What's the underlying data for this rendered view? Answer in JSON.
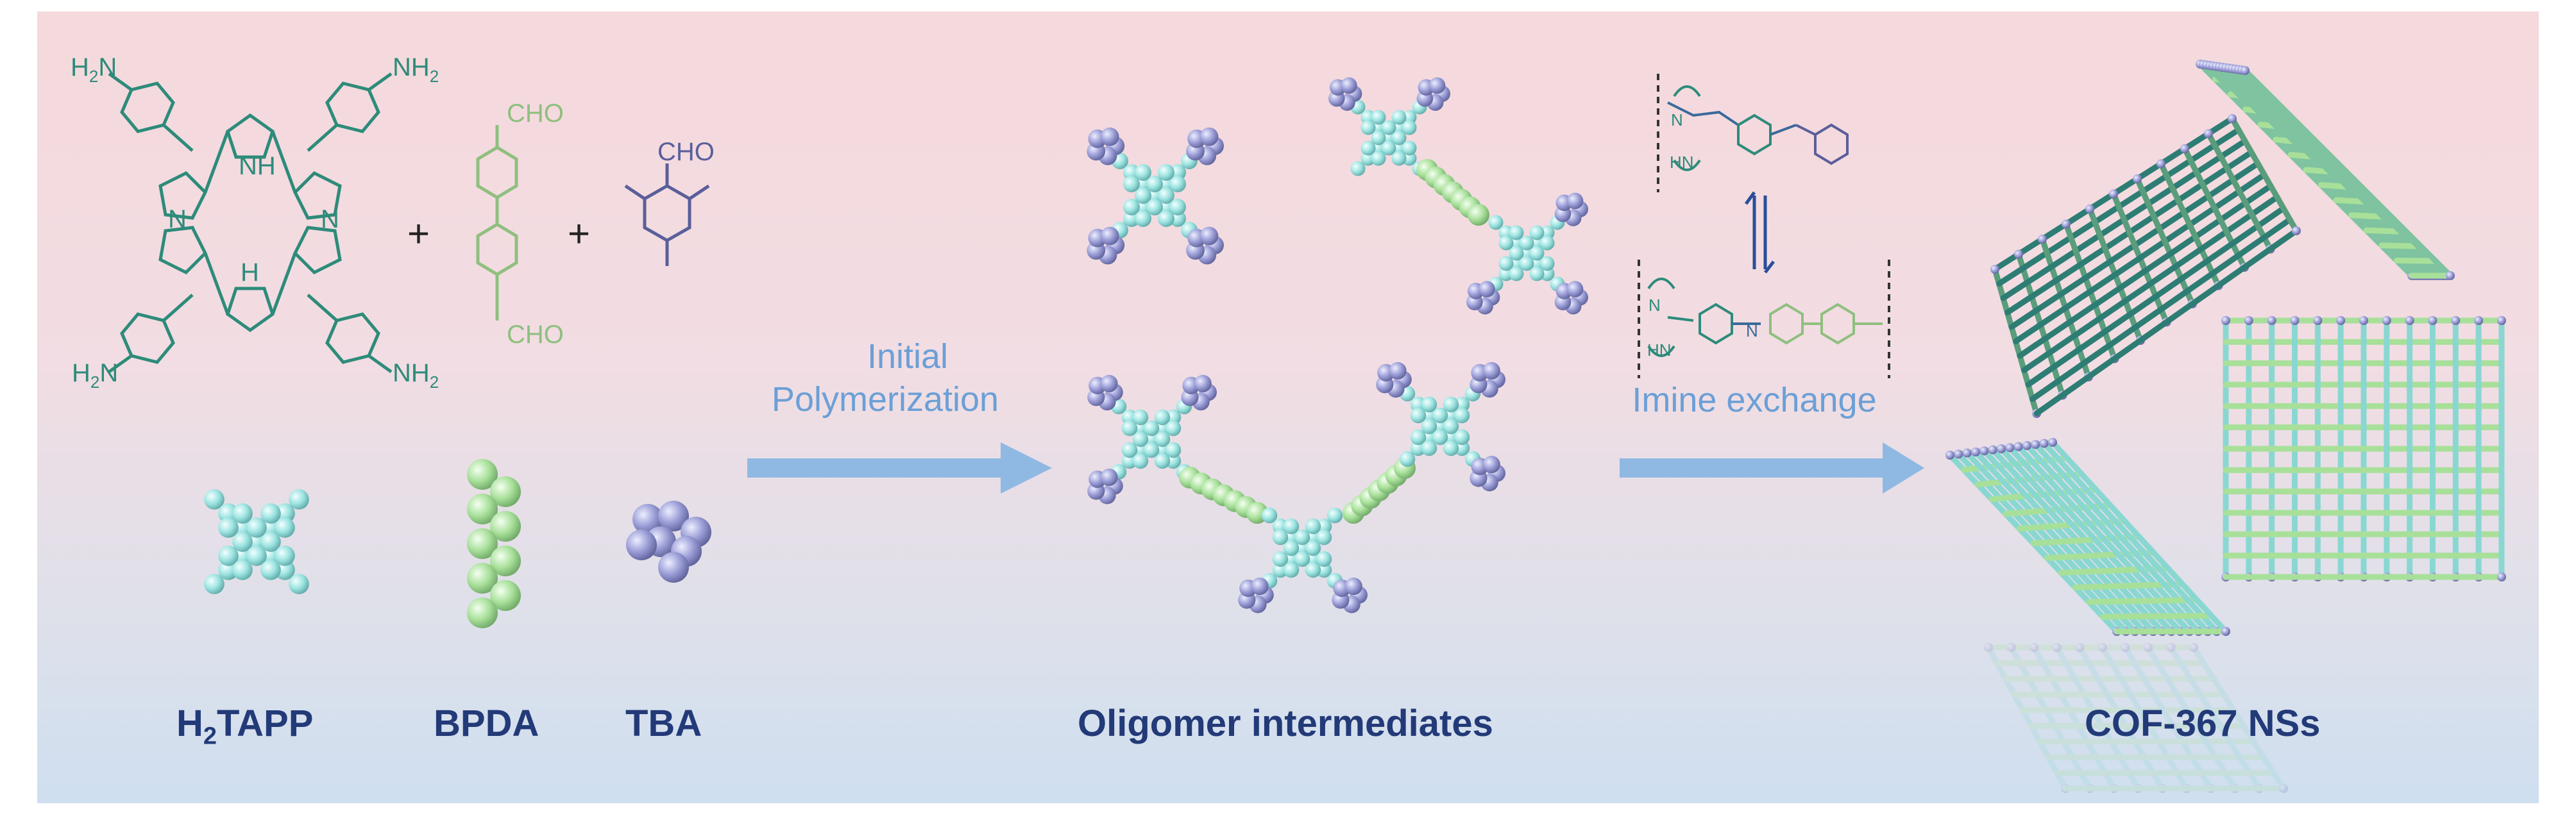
{
  "labels": {
    "monomer1": "TAPP",
    "monomer1_prefix": "H",
    "monomer1_sub": "2",
    "monomer2": "BPDA",
    "monomer3": "TBA",
    "intermediates": "Oligomer intermediates",
    "product": "COF-367 NSs"
  },
  "arrows": {
    "step1_line1": "Initial",
    "step1_line2": "Polymerization",
    "step2": "Imine exchange"
  },
  "chem_text": {
    "nh2": "NH",
    "nh2_sub": "2",
    "h2n": "H",
    "h2n_sub": "2",
    "h2n_tail": "N",
    "nh": "NH",
    "hn": "HN",
    "h": "H",
    "n": "N",
    "cho": "CHO",
    "plus": "+"
  },
  "colors": {
    "porphyrin": "#2e8b7a",
    "bpda": "#8fbf7f",
    "tba": "#5a5f9a",
    "sphere_cyan": "#9be3e0",
    "sphere_green": "#a8e09a",
    "sphere_purple": "#9a9cd6",
    "arrow": "#8fb9e3",
    "label": "#233a78"
  }
}
